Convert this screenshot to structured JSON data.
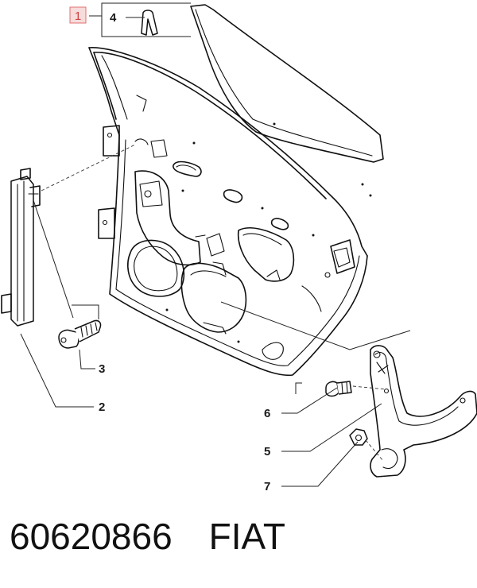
{
  "callouts": {
    "one": "1",
    "two": "2",
    "three": "3",
    "four": "4",
    "five": "5",
    "six": "6",
    "seven": "7"
  },
  "footer": {
    "part_number": "60620866",
    "brand": "FIAT"
  },
  "colors": {
    "callout_box_border": "#e07070",
    "callout_box_fill": "#f7dcdc",
    "line": "#111111"
  }
}
